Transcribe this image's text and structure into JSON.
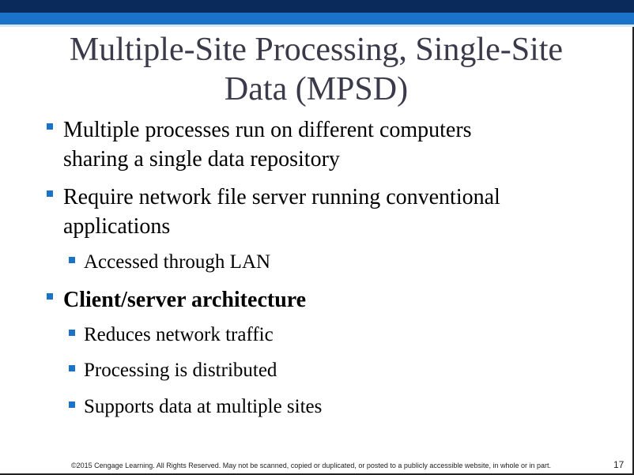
{
  "slide": {
    "title_line1": "Multiple-Site Processing, Single-Site",
    "title_line2": "Data (MPSD)",
    "bullets": [
      {
        "line1": "Multiple processes run on different computers",
        "line2": "sharing a single data repository"
      },
      {
        "line1": "Require network file server running conventional",
        "line2": "applications",
        "subitems": [
          "Accessed through LAN"
        ]
      },
      {
        "line1": "Client/server architecture",
        "subitems": [
          "Reduces network traffic",
          "Processing is distributed",
          "Supports data at multiple sites"
        ]
      }
    ]
  },
  "footer": {
    "copyright": "©2015 Cengage Learning. All Rights Reserved. May not be scanned, copied or duplicated, or posted to a publicly accessible website, in whole or in part.",
    "page_number": "17"
  },
  "colors": {
    "top_bar": "#0b2a5c",
    "top_band": "#1a73c9",
    "bullet_marker": "#1a73c9",
    "title_text": "#3a3a4a"
  }
}
